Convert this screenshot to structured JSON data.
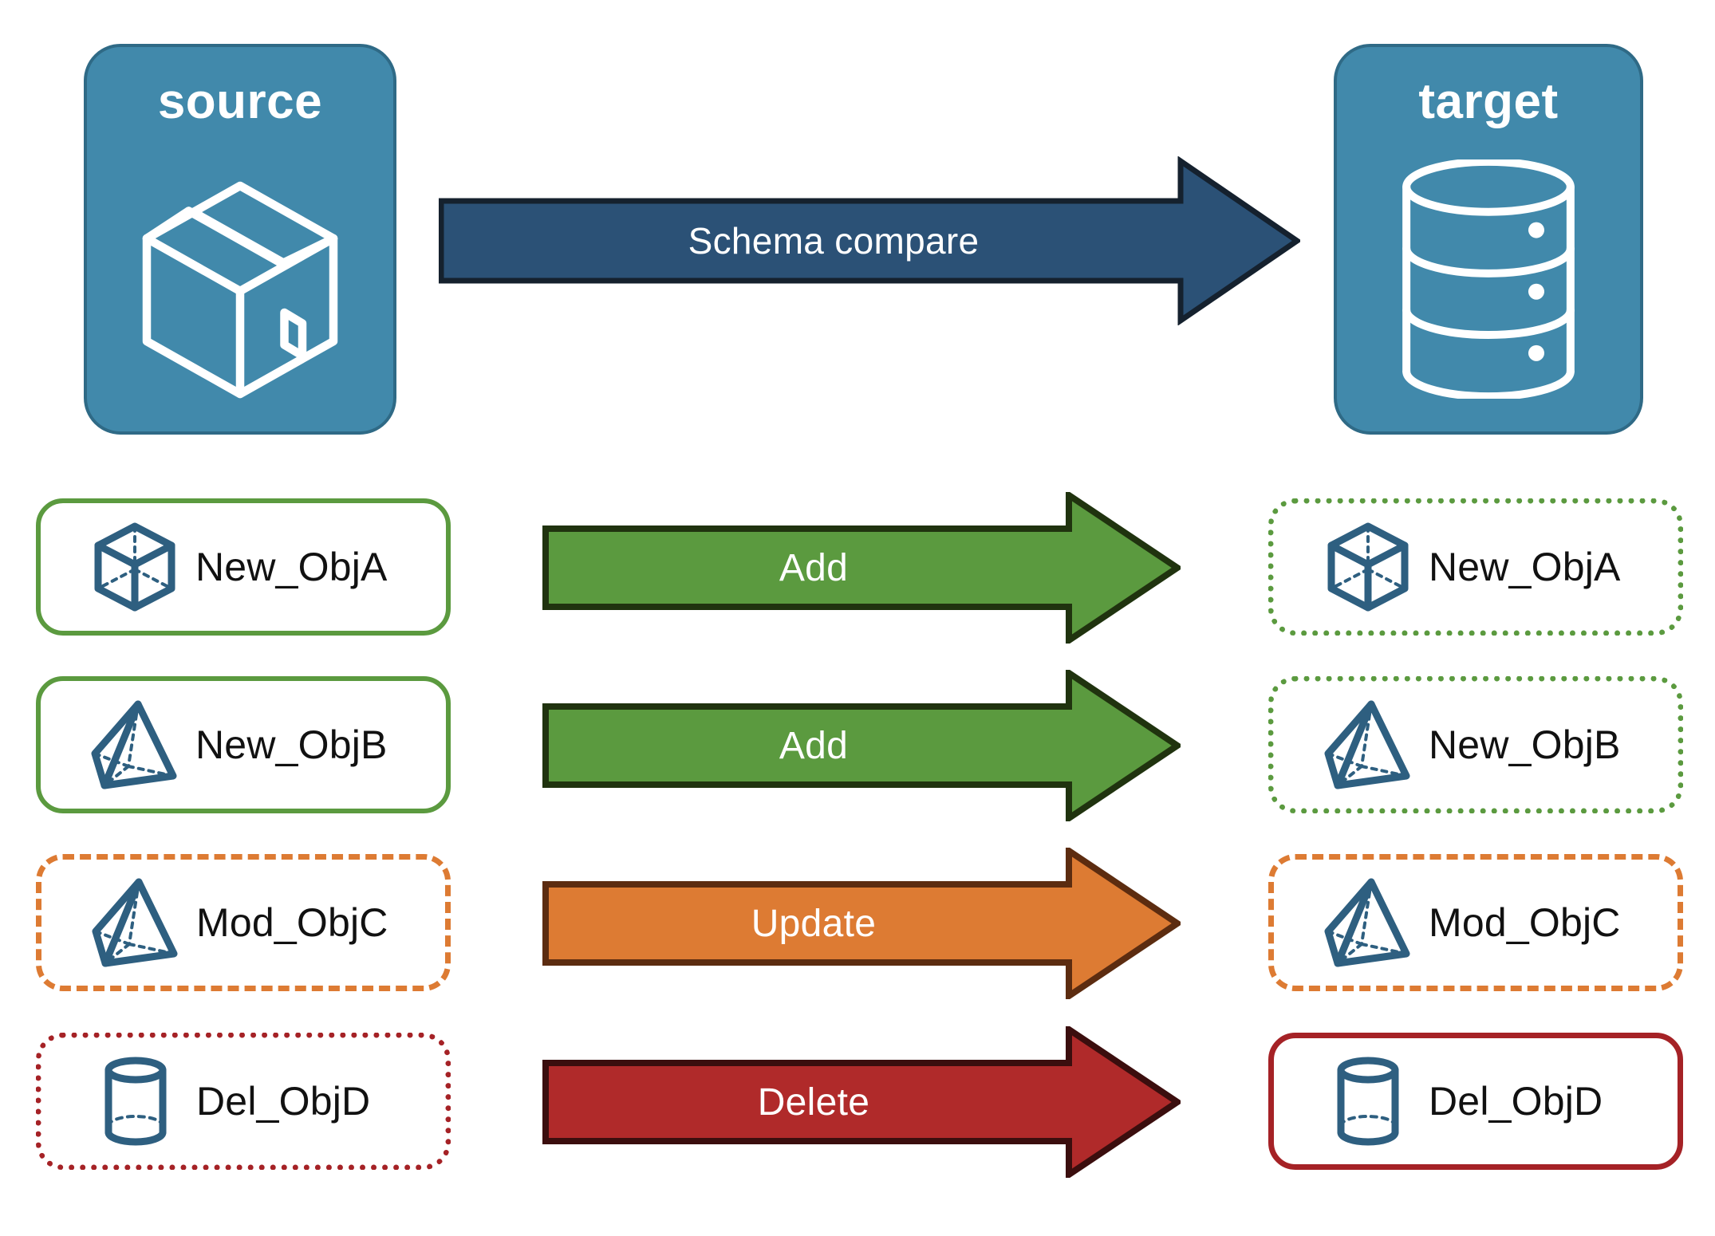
{
  "diagram": {
    "title_source": "source",
    "title_target": "target",
    "compare_arrow_label": "Schema compare"
  },
  "colors": {
    "endpoint_fill": "#4189ab",
    "endpoint_stroke": "#2f6a86",
    "compare_arrow_fill": "#2b5176",
    "compare_arrow_stroke": "#15212e",
    "add_fill": "#5b9a3f",
    "add_stroke": "#20330f",
    "update_fill": "#dd7b33",
    "update_stroke": "#5c2c10",
    "delete_fill": "#b02a2a",
    "delete_stroke": "#3b0e0e",
    "object_icon": "#2e5f80",
    "label_text": "#111111",
    "green_border": "#5b9a3f",
    "orange_border": "#dd7b33",
    "red_border": "#a52226"
  },
  "endpoints": {
    "source": {
      "label": "source",
      "icon": "package-box-icon"
    },
    "target": {
      "label": "target",
      "icon": "database-cylinder-icon"
    }
  },
  "rows": [
    {
      "action": "Add",
      "action_icon": "right-arrow-icon",
      "action_color": "add",
      "source": {
        "label": "New_ObjA",
        "icon": "cube-wireframe-icon",
        "border": "solid-green"
      },
      "target": {
        "label": "New_ObjA",
        "icon": "cube-wireframe-icon",
        "border": "dotted-green"
      }
    },
    {
      "action": "Add",
      "action_icon": "right-arrow-icon",
      "action_color": "add",
      "source": {
        "label": "New_ObjB",
        "icon": "pyramid-wireframe-icon",
        "border": "solid-green"
      },
      "target": {
        "label": "New_ObjB",
        "icon": "pyramid-wireframe-icon",
        "border": "dotted-green"
      }
    },
    {
      "action": "Update",
      "action_icon": "right-arrow-icon",
      "action_color": "update",
      "source": {
        "label": "Mod_ObjC",
        "icon": "pyramid-wireframe-icon",
        "border": "dashed-orange"
      },
      "target": {
        "label": "Mod_ObjC",
        "icon": "pyramid-wireframe-icon",
        "border": "dashed-orange"
      }
    },
    {
      "action": "Delete",
      "action_icon": "right-arrow-icon",
      "action_color": "delete",
      "source": {
        "label": "Del_ObjD",
        "icon": "cylinder-wireframe-icon",
        "border": "dotted-red"
      },
      "target": {
        "label": "Del_ObjD",
        "icon": "cylinder-wireframe-icon",
        "border": "solid-red"
      }
    }
  ]
}
